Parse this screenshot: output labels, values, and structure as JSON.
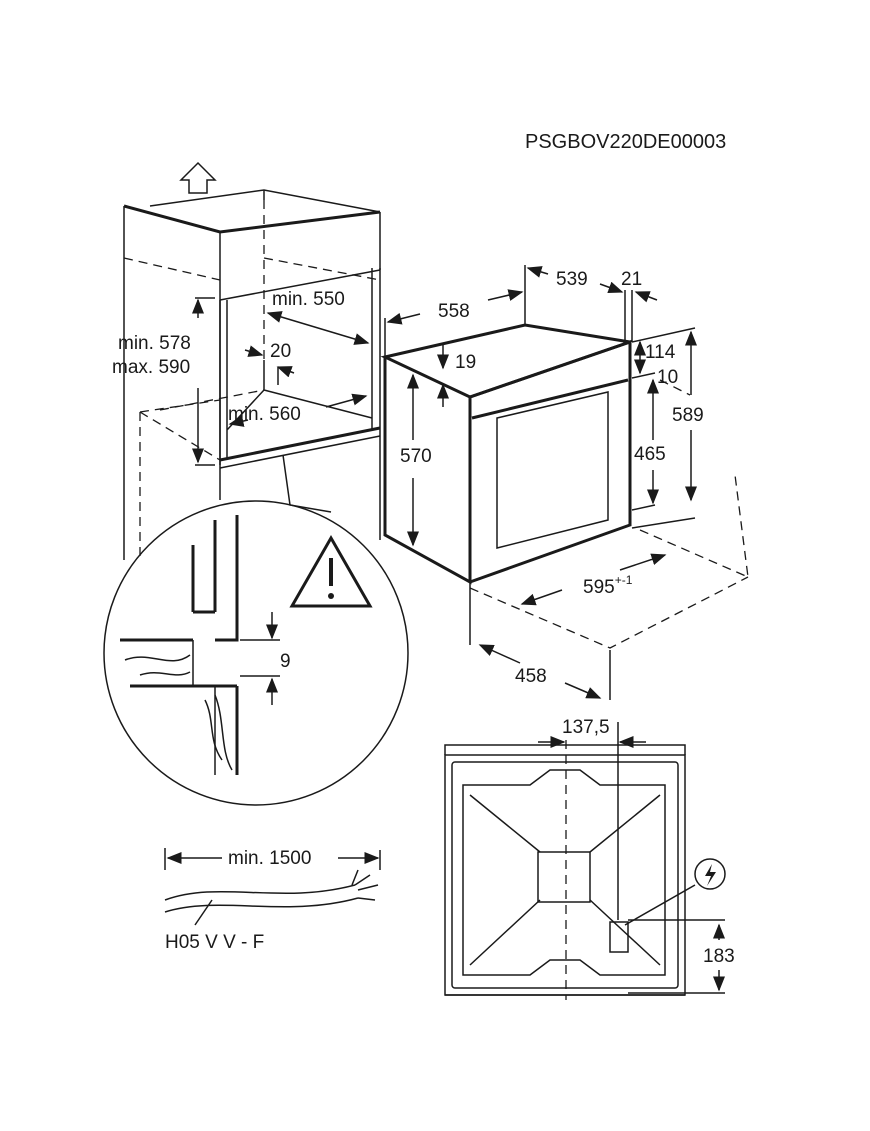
{
  "product_code": "PSGBOV220DE00003",
  "niche": {
    "height_min": "min. 578",
    "height_max": "max. 590",
    "depth_min": "min. 550",
    "gap": "20",
    "width_min": "min. 560"
  },
  "detail": {
    "gap": "9"
  },
  "oven": {
    "depth_total": "558",
    "depth_body": "539",
    "front_thickness": "21",
    "top_offset": "19",
    "height_body": "570",
    "panel_height": "114",
    "panel_gap": "10",
    "door_height": "465",
    "height_total": "589",
    "width": "595",
    "width_tolerance": "+-1",
    "bottom_depth": "458"
  },
  "rear": {
    "offset_x": "137,5",
    "offset_y": "183"
  },
  "cable": {
    "length": "min. 1500",
    "type": "H05 V V - F"
  }
}
